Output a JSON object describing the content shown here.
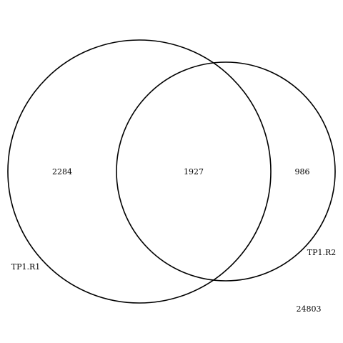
{
  "diagram": {
    "type": "venn",
    "sets": [
      {
        "name": "TP1.R1",
        "only_count": "2284"
      },
      {
        "name": "TP1.R2",
        "only_count": "986"
      }
    ],
    "intersection_count": "1927",
    "outside_count": "24803",
    "colors": {
      "stroke": "#000000",
      "background": "#ffffff"
    }
  }
}
